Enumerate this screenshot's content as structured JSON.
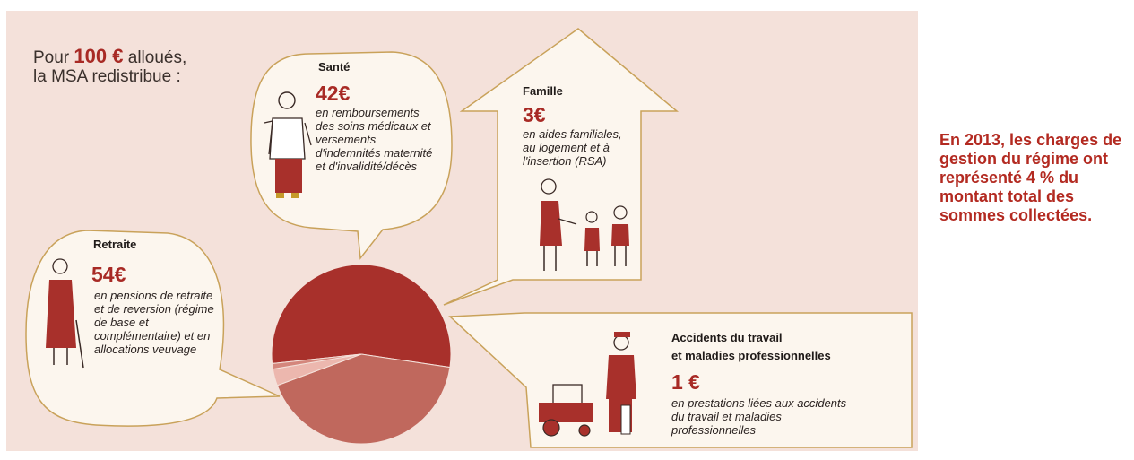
{
  "intro": {
    "prefix": "Pour",
    "amount": "100 €",
    "suffix": "alloués,",
    "line2": "la MSA redistribue :"
  },
  "side_note": "En 2013, les charges de gestion du régime ont représenté 4 % du montant total des sommes collectées.",
  "colors": {
    "background": "#f4e1da",
    "accent": "#a82a25",
    "callout_border": "#c9a25a",
    "callout_fill": "#fcf6ee"
  },
  "chart_data": {
    "type": "pie",
    "title": "",
    "unit": "€",
    "total": 100,
    "slices": [
      {
        "category": "Retraite",
        "value": 54,
        "color": "#a8302b",
        "amount_label": "54€",
        "description": "en pensions de retraite et de reversion (régime de base et complémentaire) et en allocations veuvage"
      },
      {
        "category": "Santé",
        "value": 42,
        "color": "#c0685d",
        "amount_label": "42€",
        "description": "en remboursements des soins médicaux et versements d'indemnités maternité et d'invalidité/décès"
      },
      {
        "category": "Famille",
        "value": 3,
        "color": "#ecb7ae",
        "amount_label": "3€",
        "description": "en aides familiales, au logement et à l'insertion (RSA)"
      },
      {
        "category_line1": "Accidents du travail",
        "category_line2": "et maladies professionnelles",
        "category": "Accidents du travail et maladies professionnelles",
        "value": 1,
        "color": "#d4867c",
        "amount_label": "1 €",
        "description": "en prestations liées aux accidents du travail et maladies professionnelles"
      }
    ]
  }
}
